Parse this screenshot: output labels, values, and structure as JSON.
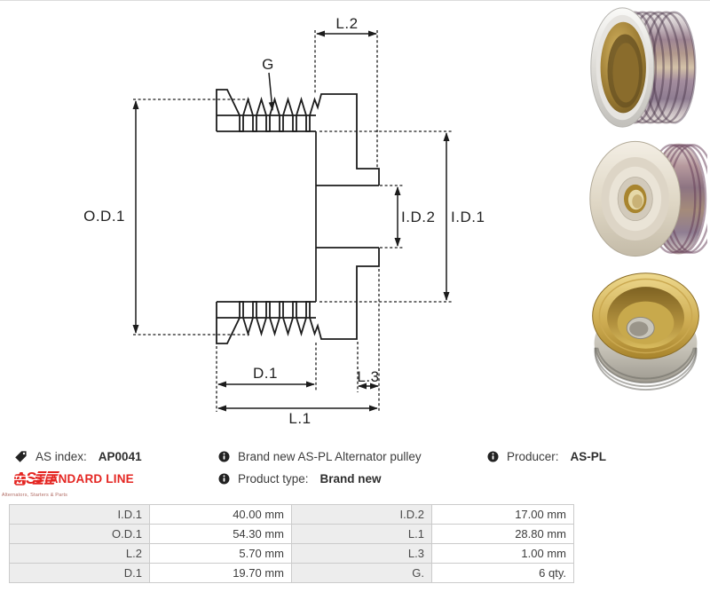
{
  "drawing": {
    "labels": {
      "g": "G",
      "l2": "L.2",
      "od1": "O.D.1",
      "id2": "I.D.2",
      "id1": "I.D.1",
      "d1": "D.1",
      "l3": "L.3",
      "l1": "L.1"
    }
  },
  "photos": [
    {
      "name": "alternator pulley angled side view, brass bore"
    },
    {
      "name": "alternator pulley front face view, ribbed edge"
    },
    {
      "name": "alternator pulley golden top view with bore"
    }
  ],
  "info": {
    "as_index_label": "AS index:",
    "as_index_value": "AP0041",
    "standard_line": "STANDARD LINE",
    "description": "Brand new AS-PL Alternator pulley",
    "product_type_label": "Product type:",
    "product_type_value": "Brand new",
    "producer_label": "Producer:",
    "producer_value": "AS-PL",
    "logo_text": "AS",
    "logo_caption": "Alternators, Starters & Parts"
  },
  "colors": {
    "accent_red": "#e42521",
    "drawing_line": "#1c1c1c",
    "table_label_bg": "#ededed",
    "table_border": "#cbcbcb"
  },
  "spec_table": {
    "rows": [
      {
        "label1": "I.D.1",
        "value1": "40.00 mm",
        "label2": "I.D.2",
        "value2": "17.00 mm"
      },
      {
        "label1": "O.D.1",
        "value1": "54.30 mm",
        "label2": "L.1",
        "value2": "28.80 mm"
      },
      {
        "label1": "L.2",
        "value1": "5.70 mm",
        "label2": "L.3",
        "value2": "1.00 mm"
      },
      {
        "label1": "D.1",
        "value1": "19.70 mm",
        "label2": "G.",
        "value2": "6 qty."
      }
    ]
  }
}
